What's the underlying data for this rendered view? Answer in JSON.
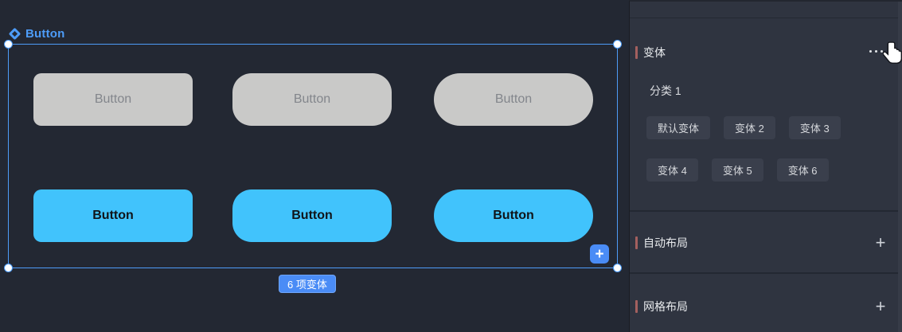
{
  "canvas": {
    "component_name": "Button",
    "variants_badge": "6 项变体",
    "add_variant_icon": "+",
    "buttons": [
      {
        "label": "Button",
        "variant": "默认变体",
        "fill": "#C9C9C8",
        "shape": "rounded-10"
      },
      {
        "label": "Button",
        "variant": "变体 2",
        "fill": "#C9C9C8",
        "shape": "rounded-24"
      },
      {
        "label": "Button",
        "variant": "变体 3",
        "fill": "#C9C9C8",
        "shape": "pill"
      },
      {
        "label": "Button",
        "variant": "变体 4",
        "fill": "#41C3FC",
        "shape": "rounded-10"
      },
      {
        "label": "Button",
        "variant": "变体 5",
        "fill": "#41C3FC",
        "shape": "rounded-24"
      },
      {
        "label": "Button",
        "variant": "变体 6",
        "fill": "#41C3FC",
        "shape": "pill"
      }
    ]
  },
  "panel": {
    "variants_section": {
      "title": "变体",
      "more_icon": "ellipsis",
      "category": "分类 1",
      "variant_chips": [
        "默认变体",
        "变体 2",
        "变体 3",
        "变体 4",
        "变体 5",
        "变体 6"
      ]
    },
    "auto_layout_section": {
      "title": "自动布局",
      "add_icon": "+"
    },
    "grid_layout_section": {
      "title": "网格布局",
      "add_icon": "+"
    },
    "cursor_icon": "hand-pointer"
  },
  "colors": {
    "accent_blue": "#4D9CF8",
    "primary_button_blue": "#41C3FC",
    "disabled_button_gray": "#C9C9C8",
    "badge_blue": "#4A8CF6",
    "section_marker_red": "#A4605F",
    "canvas_bg": "#232833",
    "panel_bg": "#2F3440"
  }
}
